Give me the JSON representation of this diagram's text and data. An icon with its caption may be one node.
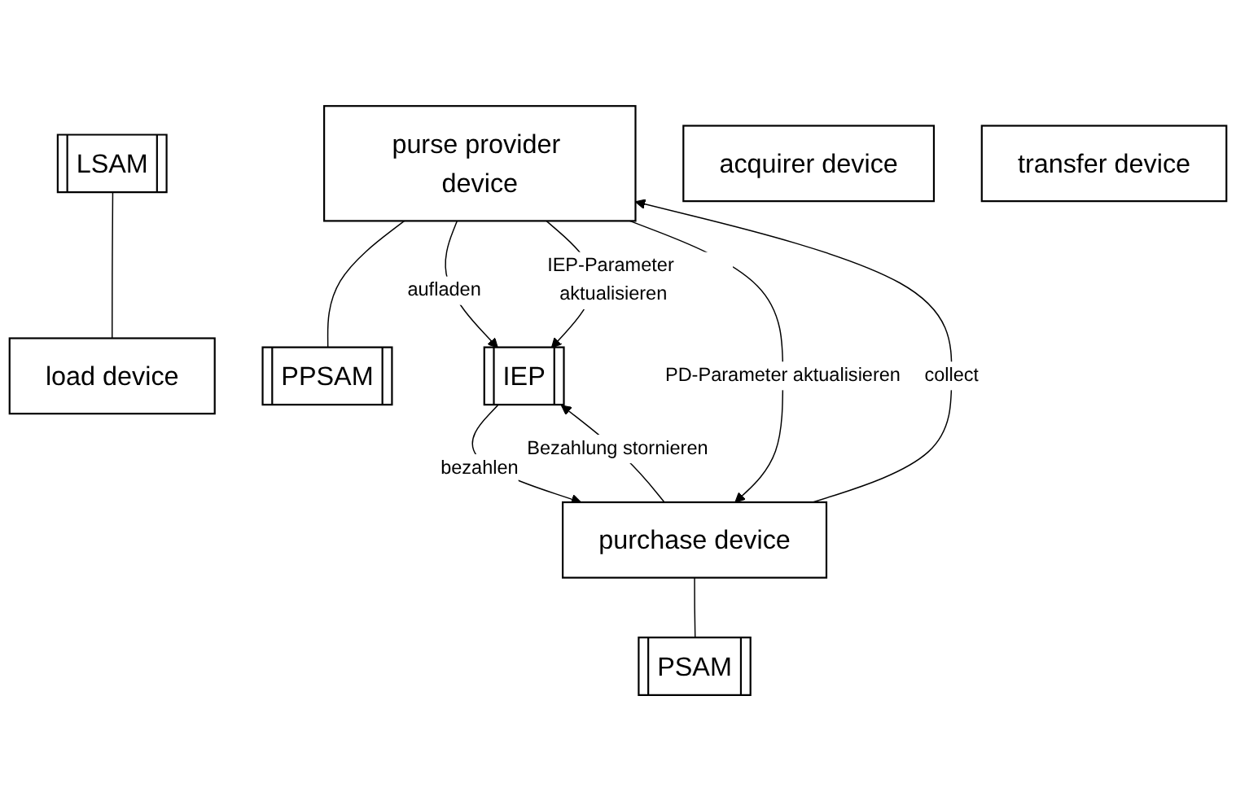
{
  "diagram": {
    "nodes": [
      {
        "text": [
          "LSAM"
        ]
      },
      {
        "text": [
          "purse provider device"
        ]
      },
      {
        "text": [
          "PPSAM"
        ]
      },
      {
        "text": [
          "load device"
        ]
      },
      {
        "text": [
          "acquirer device"
        ]
      },
      {
        "text": [
          "IEP"
        ]
      },
      {
        "text": [
          "purchase device"
        ]
      },
      {
        "text": [
          "transfer device"
        ]
      },
      {
        "text": [
          "PSAM"
        ]
      }
    ],
    "edges": [
      {
        "from": 0,
        "to": 3,
        "arrow": "none"
      },
      {
        "from": 1,
        "to": 2,
        "arrow": "none"
      },
      {
        "from": 1,
        "to": 5,
        "arrow": "to",
        "label": "aufladen"
      },
      {
        "from": 1,
        "to": 5,
        "arrow": "to",
        "label": "IEP-Parameter aktualisieren"
      },
      {
        "from": 6,
        "to": 1,
        "arrow": "to",
        "label": "collect"
      },
      {
        "from": 1,
        "to": 6,
        "arrow": "to",
        "label": "PD-Parameter aktualisieren"
      },
      {
        "from": 5,
        "to": 6,
        "arrow": "to",
        "label": "bezahlen"
      },
      {
        "from": 6,
        "to": 5,
        "arrow": "to",
        "label": "Bezahlung stornieren"
      },
      {
        "from": 6,
        "to": 8,
        "arrow": "none"
      }
    ]
  }
}
